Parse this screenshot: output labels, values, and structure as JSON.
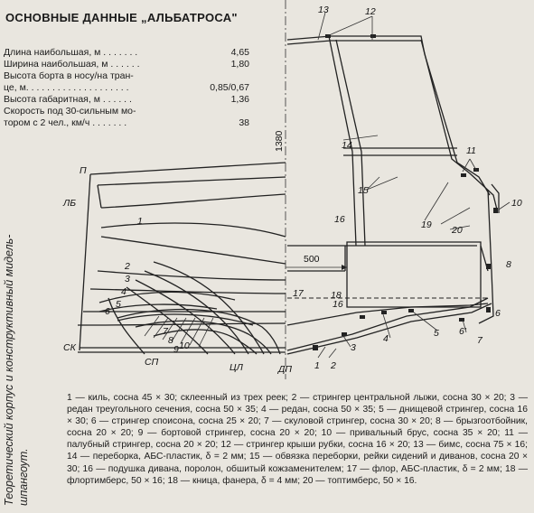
{
  "spec": {
    "title": "ОСНОВНЫЕ ДАННЫЕ „АЛЬБАТРОСА\"",
    "rows": [
      {
        "label": "Длина наибольшая, м . . . . . . .",
        "value": "4,65"
      },
      {
        "label": "Ширина наибольшая, м . . . . . .",
        "value": "1,80"
      },
      {
        "label": "Высота борта в носу/на тран-",
        "value": ""
      },
      {
        "label": "це, м. . . . . . . . . . . . . . . . . . . .",
        "value": "0,85/0,67"
      },
      {
        "label": "Высота габаритная, м . . . . . .",
        "value": "1,36"
      },
      {
        "label": "Скорость под 30-сильным мо-",
        "value": ""
      },
      {
        "label": "тором с 2 чел., км/ч . . . . . . .",
        "value": "38"
      }
    ]
  },
  "side_caption": "Теоретический корпус и конструктивный мидель-шпангоут.",
  "drawing": {
    "dim_height": "1380",
    "dim_500": "500",
    "callouts": {
      "n1a": "1",
      "n2": "2",
      "n3a": "3",
      "n3b": "3",
      "n4a": "4",
      "n4b": "4",
      "n5a": "5",
      "n5b": "5",
      "n6a": "6",
      "n6b": "6'",
      "n6c": "6",
      "n7a": "7",
      "n7b": "7",
      "n8a": "8",
      "n8b": "8",
      "n9": "9",
      "n10a": "10",
      "n10b": "10",
      "n11": "11",
      "n12": "12",
      "n13": "13",
      "n14": "14",
      "n15": "15",
      "n16a": "16",
      "n16b": "16",
      "n17": "17",
      "n18": "18",
      "n19": "19",
      "n20": "20",
      "P": "П",
      "LB": "ЛБ",
      "SK": "СК",
      "SP": "СП",
      "CL": "ЦЛ",
      "DP": "ДП",
      "n1b": "1"
    }
  },
  "legend": "1 — киль, сосна 45 × 30; склеенный из трех реек; 2 — стрингер центральной лыжи, сосна 30 × 20; 3 — редан треугольного сечения, сосна 50 × 35; 4 — редан, сосна 50 × 35; 5 — днищевой стрингер, сосна 16 × 30; 6 — стрингер споисона, сосна 25 × 20; 7 — скуловой стрингер, сосна 30 × 20; 8 — брызгоотбойник, сосна 20 × 20; 9 — бортовой стрингер, сосна 20 × 20; 10 — привальный брус, сосна 35 × 20; 11 — палубный стрингер, сосна 20 × 20; 12 — стрингер крыши рубки, сосна 16 × 20; 13 — бимс, сосна 75 × 16; 14 — переборка, АБС-пластик, δ = 2 мм; 15 — обвязка переборки, рейки сидений и диванов, сосна 20 × 30; 16 — подушка дивана, поролон, обшитый кожзаменителем; 17 — флор, АБС-пластик, δ = 2 мм; 18 — флортимберс, 50 × 16; 18 — кница, фанера, δ = 4 мм; 20 — топтимберс, 50 × 16."
}
